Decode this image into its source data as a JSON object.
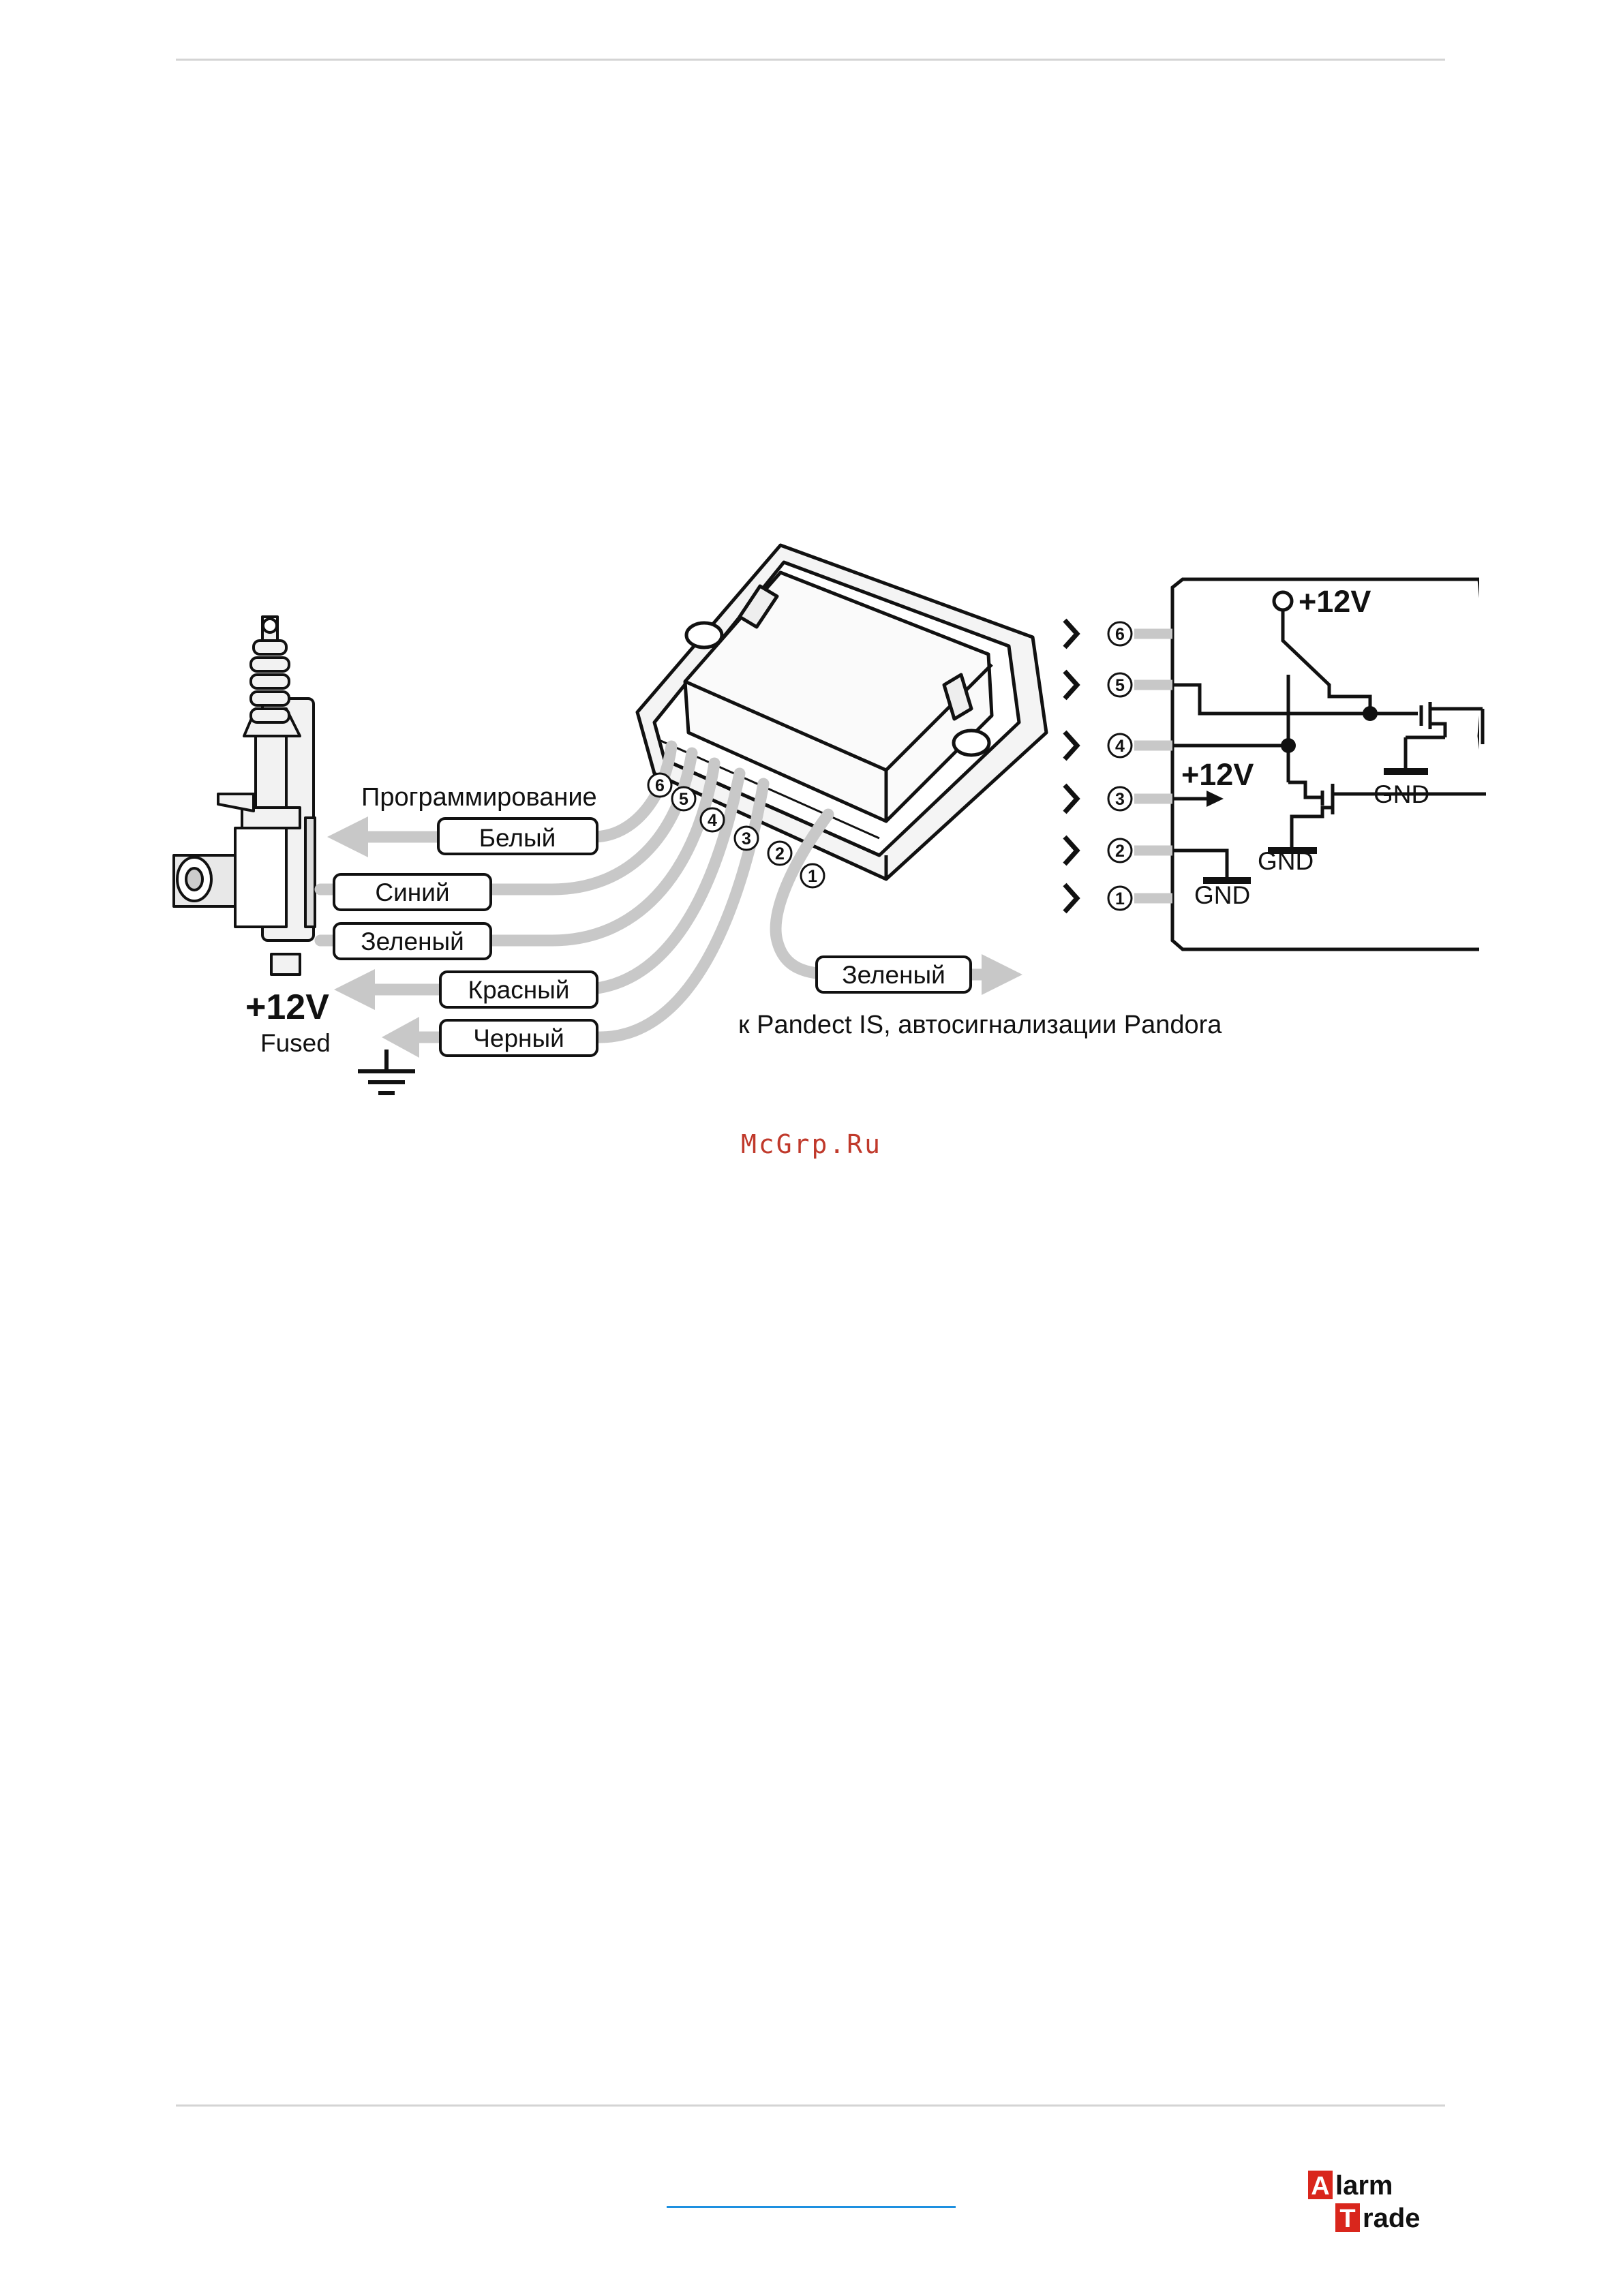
{
  "diagram": {
    "programming_label": "Программирование",
    "wires_left": [
      {
        "pin": "6",
        "color_name": "Белый"
      },
      {
        "pin": "5",
        "color_name": "Синий"
      },
      {
        "pin": "4",
        "color_name": "Зеленый"
      },
      {
        "pin": "3",
        "color_name": "Красный"
      },
      {
        "pin": "2",
        "color_name": "Черный"
      }
    ],
    "wire_right": {
      "pin": "1",
      "color_name": "Зеленый"
    },
    "power_label": "+12V",
    "power_sub_label": "Fused",
    "destination_label": "к Pandect IS, автосигнализации Pandora",
    "schematic": {
      "pins": [
        "6",
        "5",
        "4",
        "3",
        "2",
        "1"
      ],
      "supply_top": "+12V",
      "supply_mid": "+12V",
      "gnd_labels": [
        "GND",
        "GND",
        "GND"
      ]
    }
  },
  "watermark": "McGrp.Ru",
  "logo": {
    "line1": "larm",
    "line2": "rade",
    "initial1": "A",
    "initial2": "T",
    "accent_color": "#d9261c"
  },
  "colors": {
    "wire": "#c8c8c8",
    "line": "#111111",
    "brand": "#d9261c",
    "watermark": "#c0392b",
    "link": "#1e90e0"
  }
}
